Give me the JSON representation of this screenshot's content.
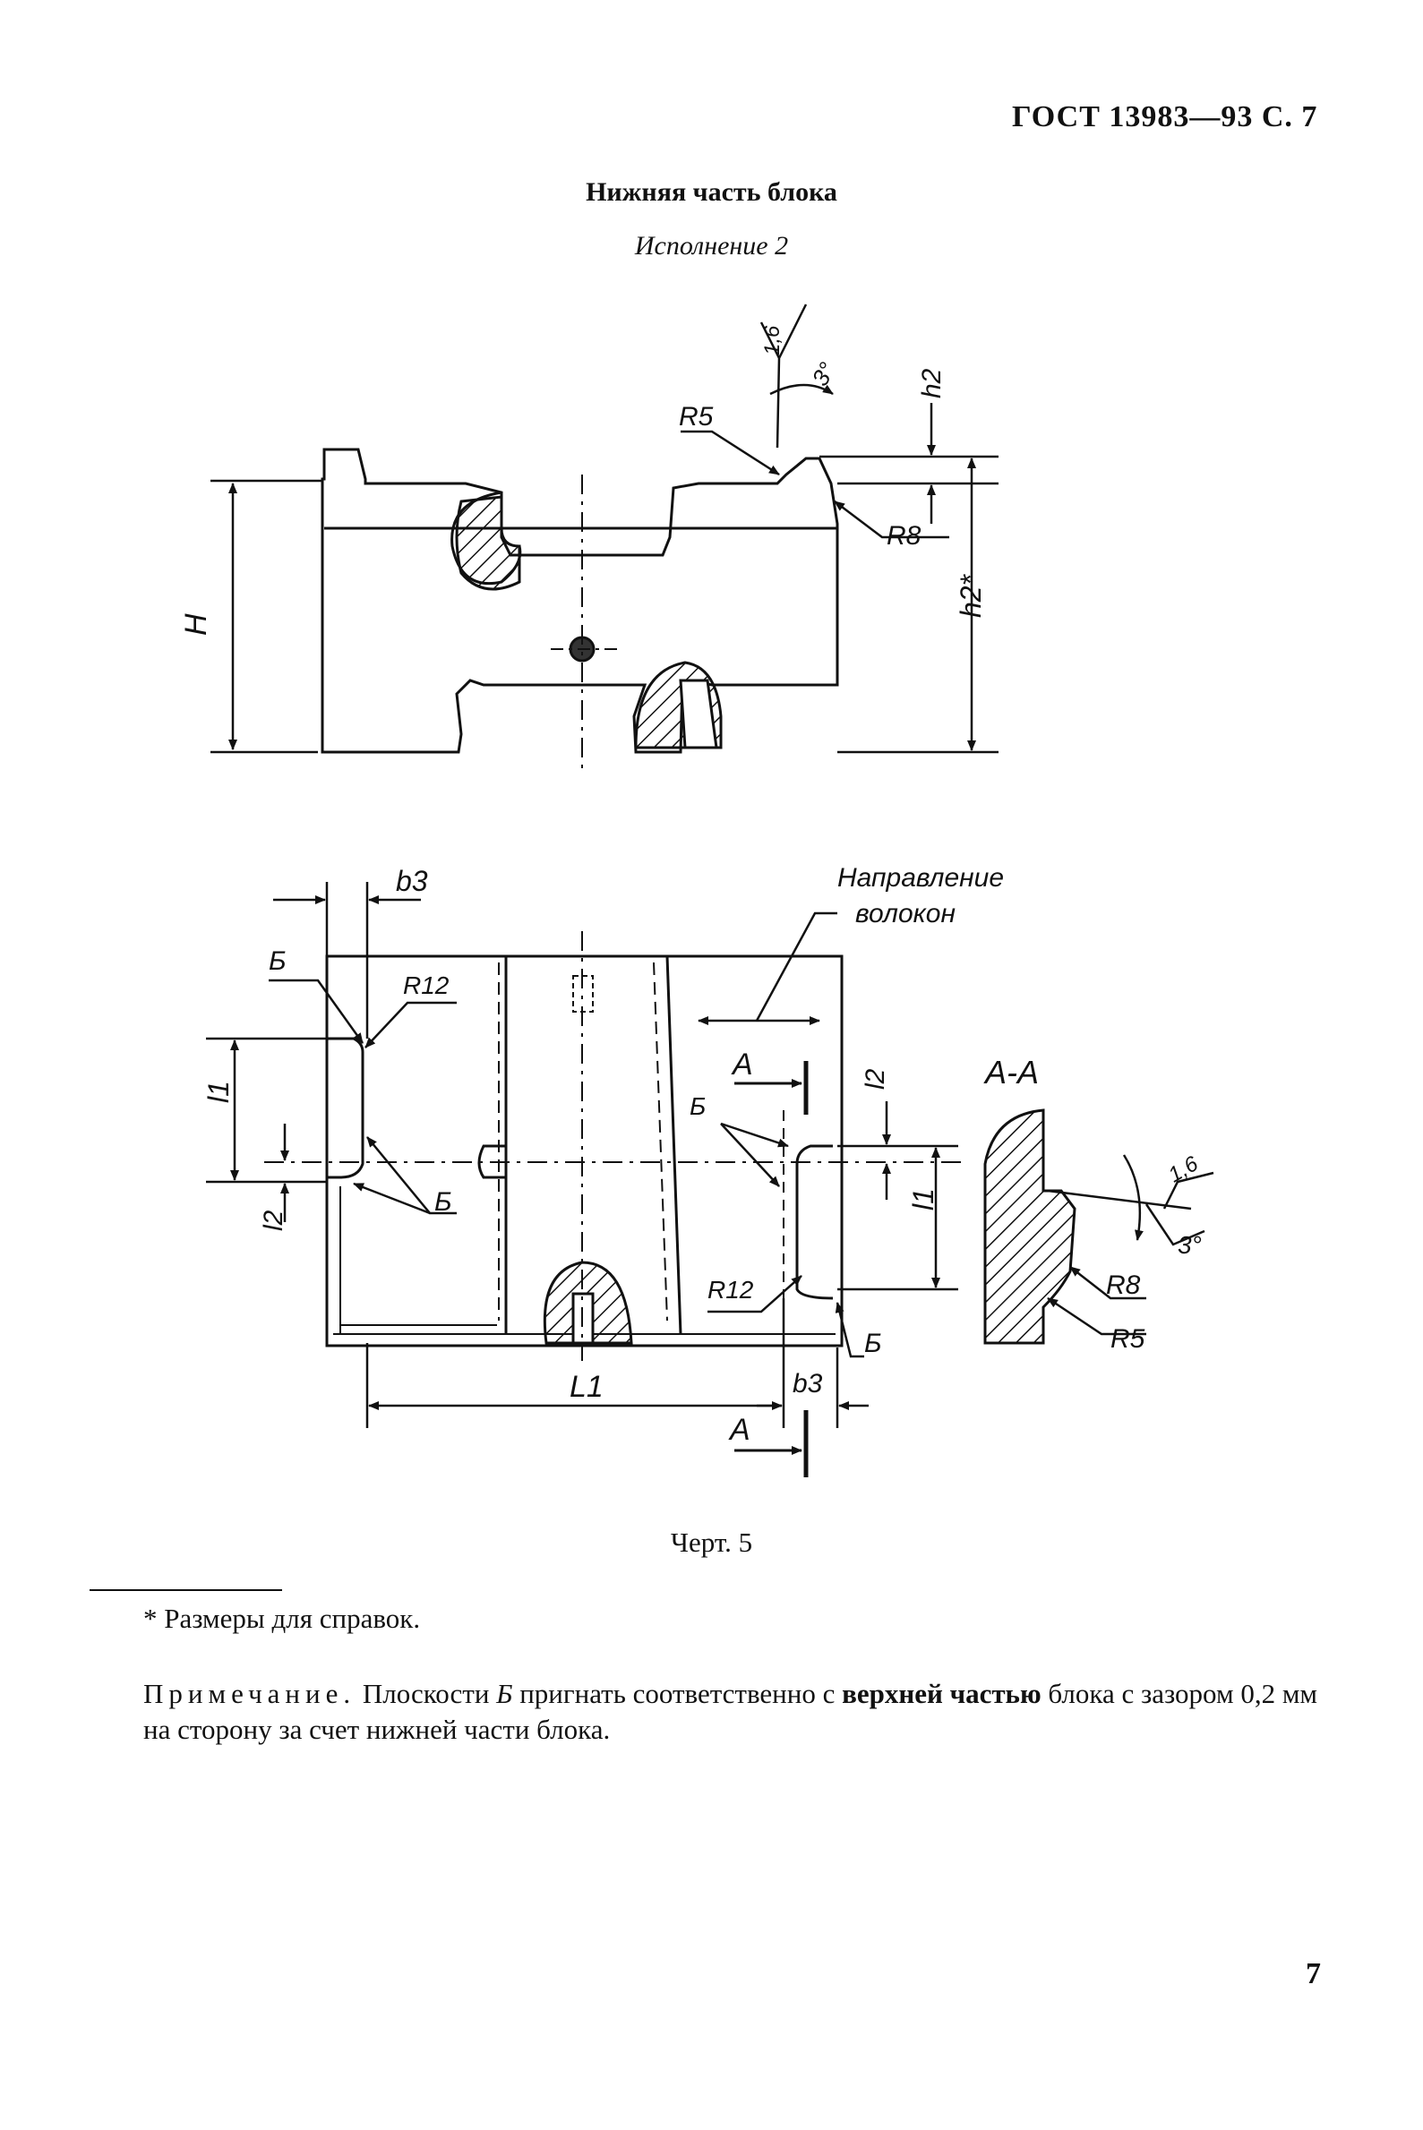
{
  "header": {
    "code": "ГОСТ 13983—93 С. 7"
  },
  "title": "Нижняя часть блока",
  "subtitle": "Исполнение 2",
  "drawing": {
    "labels": {
      "H": "H",
      "h2": "h2",
      "h2_star": "h2*",
      "R5": "R5",
      "R8": "R8",
      "R12": "R12",
      "b3": "b3",
      "L1": "L1",
      "l1": "l1",
      "l2": "l2",
      "B": "Б",
      "A": "A",
      "section": "A-A",
      "roughness": "1,6",
      "angle": "3°",
      "direction_line1": "Направление",
      "direction_line2": "волокон"
    }
  },
  "caption": "Черт. 5",
  "footnote": "* Размеры для справок.",
  "note": {
    "lead": "Примечание.",
    "text_part1": " Плоскости ",
    "plane": "Б",
    "text_part2": " пригнать соответственно с ",
    "bold_part": "верхней частью",
    "text_part3": " блока с зазором 0,2 мм на сторону за счет нижней части блока."
  },
  "page_number": "7"
}
